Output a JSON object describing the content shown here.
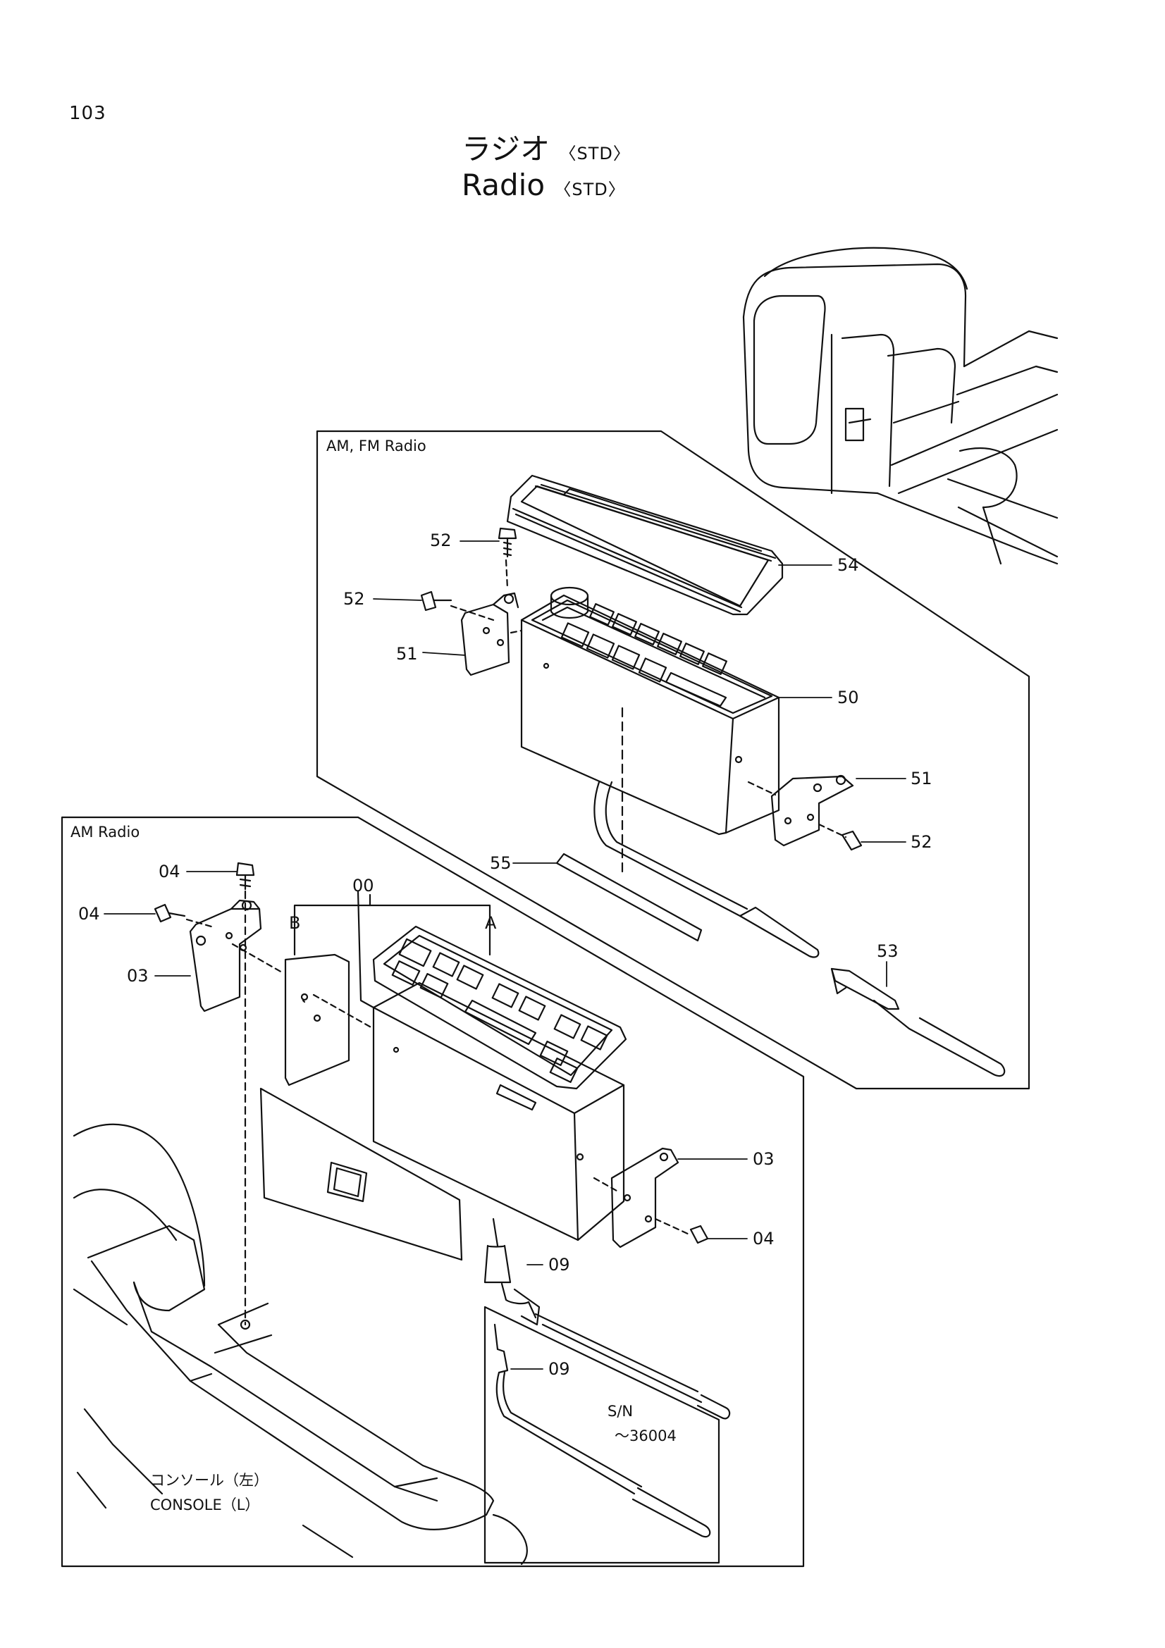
{
  "page": {
    "number": "103"
  },
  "title": {
    "japanese": "ラジオ",
    "english": "Radio",
    "tag": "〈STD〉",
    "tag_display": "〈STD〉"
  },
  "sections": {
    "am_fm": {
      "label": "AM, FM Radio"
    },
    "am": {
      "label": "AM Radio"
    }
  },
  "parts": {
    "p00": "00",
    "p03a": "03",
    "p03b": "03",
    "p04a": "04",
    "p04b": "04",
    "p04c": "04",
    "p09a": "09",
    "p09b": "09",
    "p50": "50",
    "p51a": "51",
    "p51b": "51",
    "p52a": "52",
    "p52b": "52",
    "p52c": "52",
    "p53": "53",
    "p54": "54",
    "p55": "55",
    "subA": "A",
    "subB": "B"
  },
  "notes": {
    "serial_label": "S/N",
    "serial_range": "～36004",
    "console_ja": "コンソール（左）",
    "console_en": "CONSOLE（L）"
  }
}
